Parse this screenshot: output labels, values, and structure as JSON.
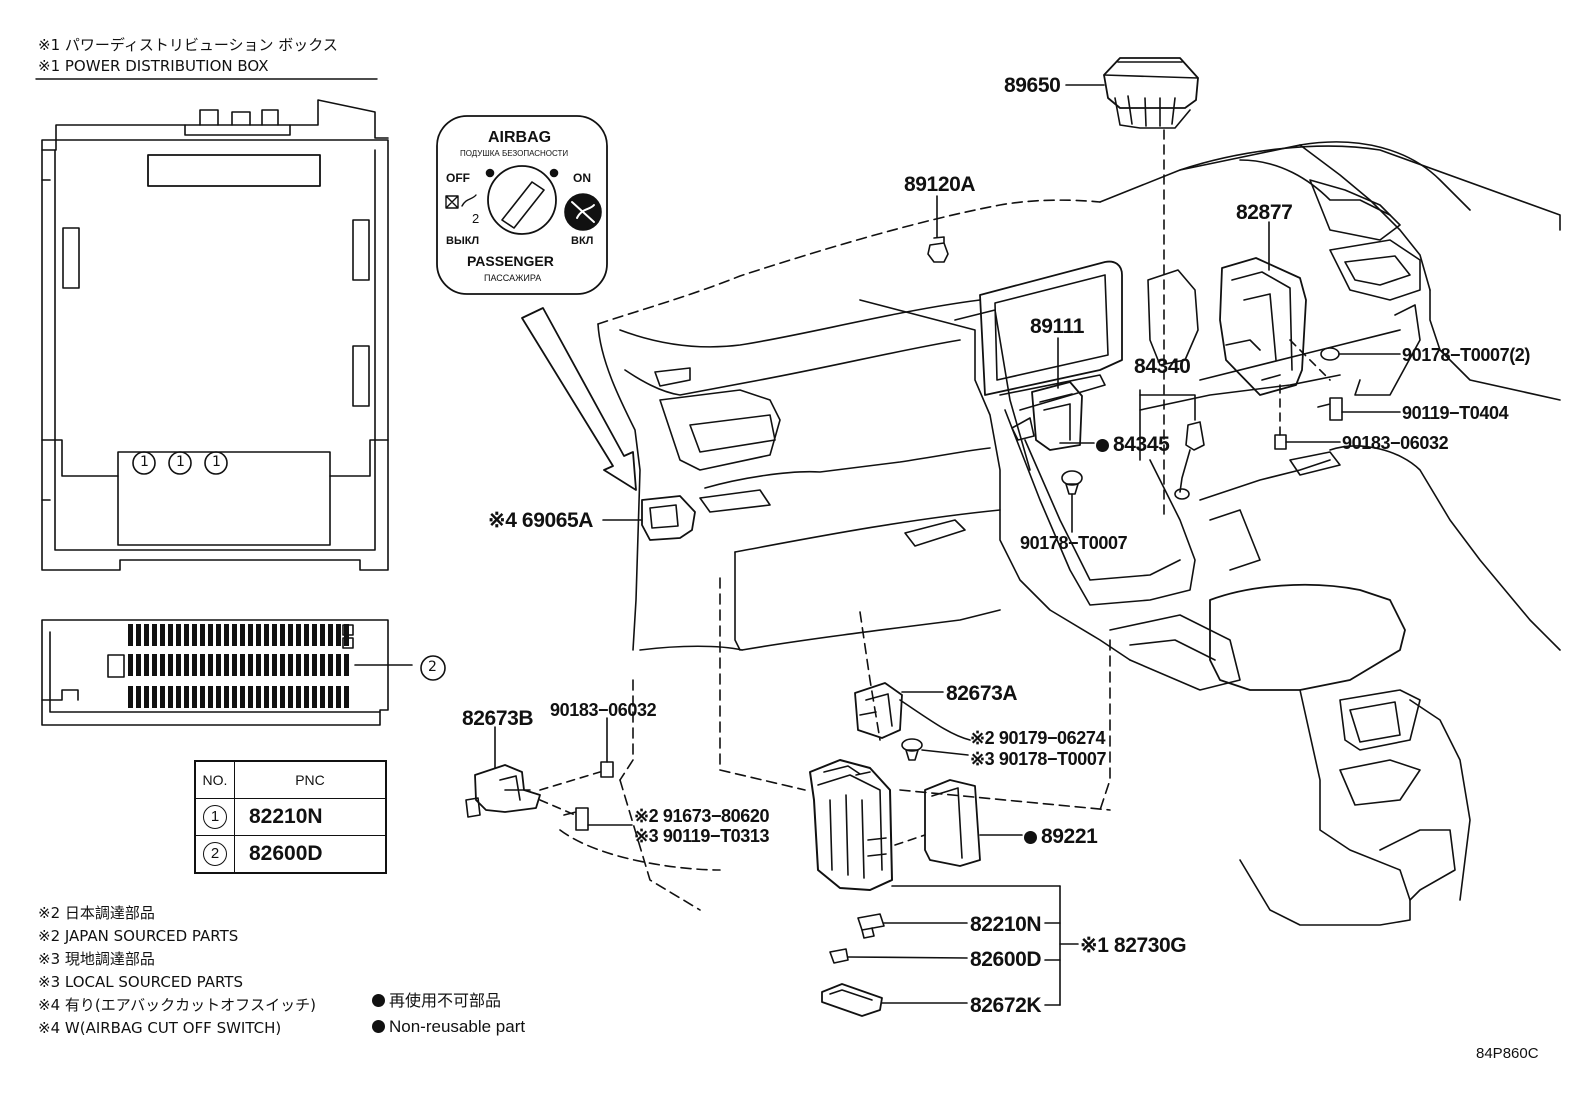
{
  "header": {
    "jp": "※1 パワーディストリビューション ボックス",
    "en": "※1 POWER DISTRIBUTION BOX"
  },
  "airbag_label": {
    "title": "AIRBAG",
    "title_ru": "ПОДУШКА БЕЗОПАСНОСТИ",
    "off": "OFF",
    "on": "ON",
    "off_ru": "ВЫКЛ",
    "on_ru": "ВКЛ",
    "two": "2",
    "passenger": "PASSENGER",
    "passenger_ru": "ПАССАЖИРА"
  },
  "callout_marks": {
    "one": "1",
    "two": "2"
  },
  "parts": {
    "p89650": "89650",
    "p89120A": "89120A",
    "p82877": "82877",
    "p89111": "89111",
    "p84340": "84340",
    "p90178_T0007_2": "90178−T0007(2)",
    "p90119_T0404": "90119−T0404",
    "p90183_06032_a": "90183−06032",
    "p84345": "84345",
    "p90178_T0007_a": "90178−T0007",
    "p69065A": "※4 69065A",
    "p82673A": "82673A",
    "p82673B": "82673B",
    "p90183_06032_b": "90183−06032",
    "p90179_06274": "※2 90179−06274",
    "p90178_T0007_b": "※3 90178−T0007",
    "p91673_80620": "※2 91673−80620",
    "p90119_T0313": "※3 90119−T0313",
    "p89221": "89221",
    "p82210N": "82210N",
    "p82600D": "82600D",
    "p82672K": "82672K",
    "p82730G": "※1 82730G"
  },
  "pnc_table": {
    "headers": [
      "NO.",
      "PNC"
    ],
    "rows": [
      {
        "no": "1",
        "pnc": "82210N"
      },
      {
        "no": "2",
        "pnc": "82600D"
      }
    ]
  },
  "notes": [
    "※2 日本調達部品",
    "※2 JAPAN SOURCED PARTS",
    "※3 現地調達部品",
    "※3 LOCAL SOURCED PARTS",
    "※4 有り(エアバックカットオフスイッチ)",
    "※4 W(AIRBAG CUT OFF SWITCH)"
  ],
  "legend": {
    "jp": "再使用不可部品",
    "en": "Non-reusable part"
  },
  "diagram_id": "84P860C"
}
